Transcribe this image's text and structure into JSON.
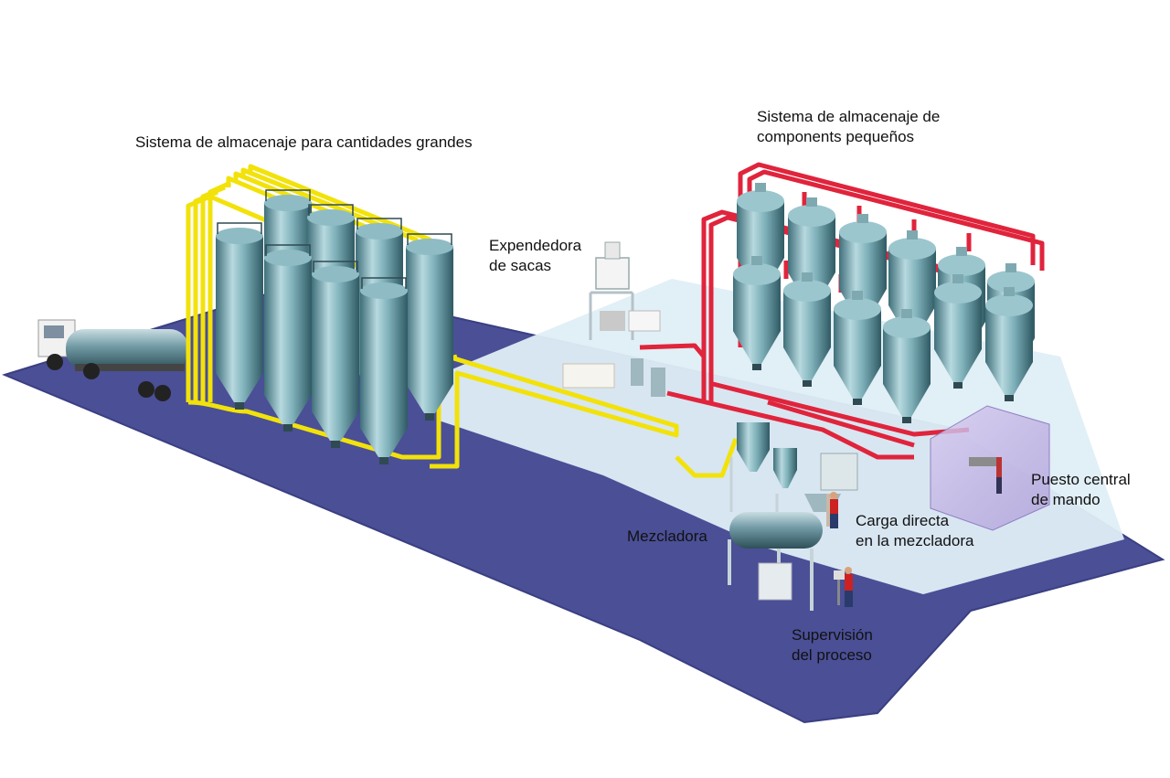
{
  "labels": {
    "bulk_storage": "Sistema de almacenaje para cantidades grandes",
    "small_storage": [
      "Sistema de almacenaje de",
      "components pequeños"
    ],
    "bag_dispenser": [
      "Expendedora",
      "de sacas"
    ],
    "central_control": [
      "Puesto central",
      "de mando"
    ],
    "direct_loading": [
      "Carga directa",
      "en la mezcladora"
    ],
    "mixer": "Mezcladora",
    "supervision": [
      "Supervisión",
      "del proceso"
    ]
  },
  "colors": {
    "floor": "#4a4f96",
    "floor_edge": "#3a3f82",
    "platform": "#dfeef6",
    "bulk_pipe": "#f2e20a",
    "small_pipe": "#e0243c",
    "silo_light": "#b7d9df",
    "silo_mid": "#6ea3ad",
    "silo_dark": "#3f6f7a",
    "control_box": "#c9b9e8"
  }
}
